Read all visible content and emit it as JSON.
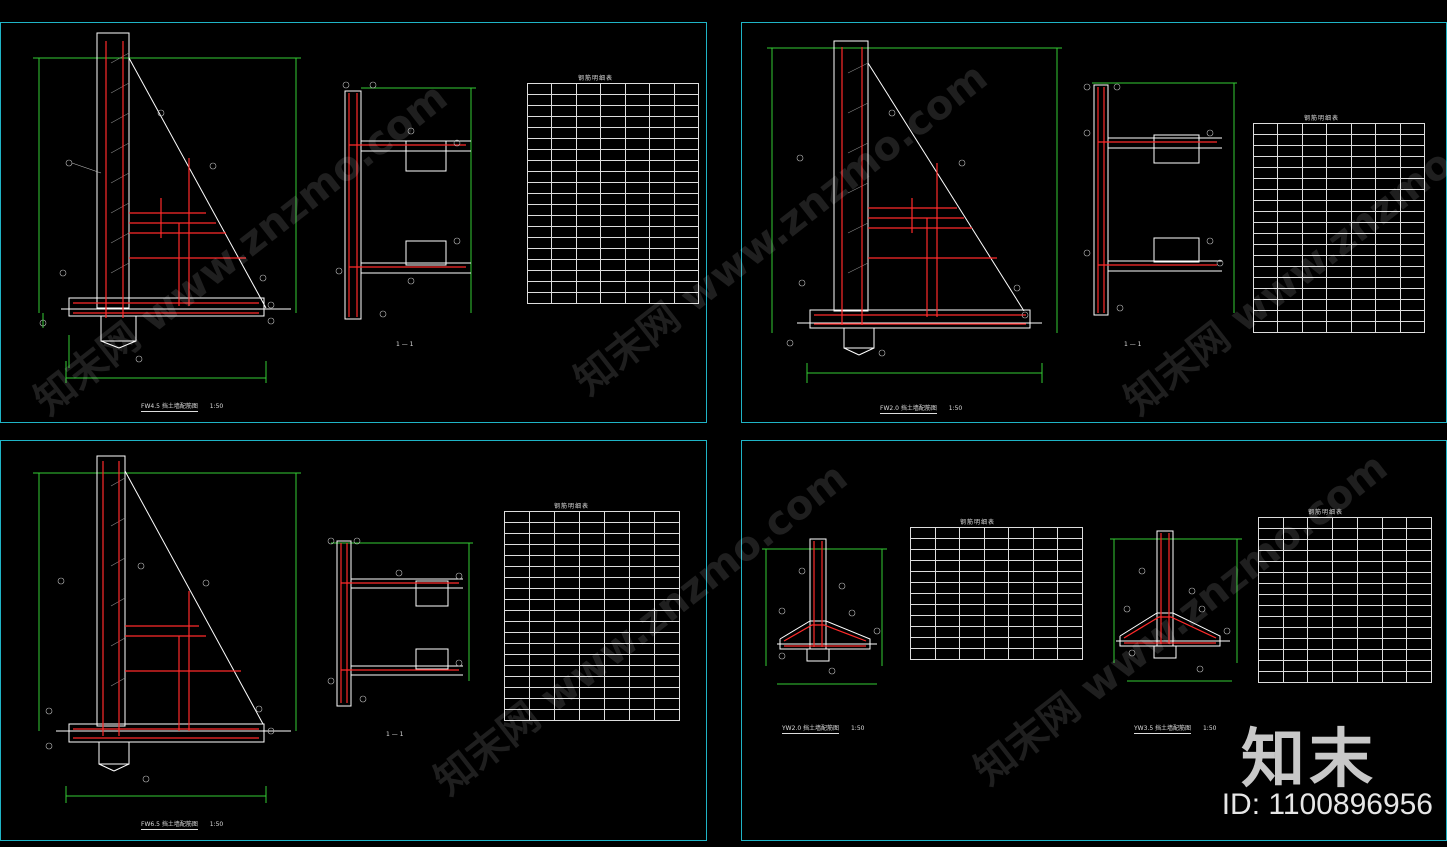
{
  "sheets": [
    {
      "id": "A",
      "table_title": "钢筋明细表",
      "section_label": "1 — 1",
      "caption": "FW4.5 挡土墙配筋图",
      "scale": "1:50"
    },
    {
      "id": "B",
      "table_title": "钢筋明细表",
      "section_label": "1 — 1",
      "caption": "FW2.0 挡土墙配筋图",
      "scale": "1:50"
    },
    {
      "id": "C",
      "table_title": "钢筋明细表",
      "section_label": "1 — 1",
      "caption": "FW6.5 挡土墙配筋图",
      "scale": "1:50"
    },
    {
      "id": "D",
      "table_title_1": "钢筋明细表",
      "table_title_2": "钢筋明细表",
      "caption_1": "YW2.0 挡土墙配筋图",
      "caption_2": "YW3.5 挡土墙配筋图",
      "scale": "1:50"
    }
  ],
  "watermark": {
    "text": "知末网 www.znzmo.com"
  },
  "brand": {
    "logo": "知末",
    "id_text": "ID: 1100896956"
  },
  "colors": {
    "frame": "#1fb4c6",
    "line": "#ffffff",
    "rebar": "#ff2a2a",
    "dim": "#33cc33",
    "leader": "#cccccc"
  }
}
